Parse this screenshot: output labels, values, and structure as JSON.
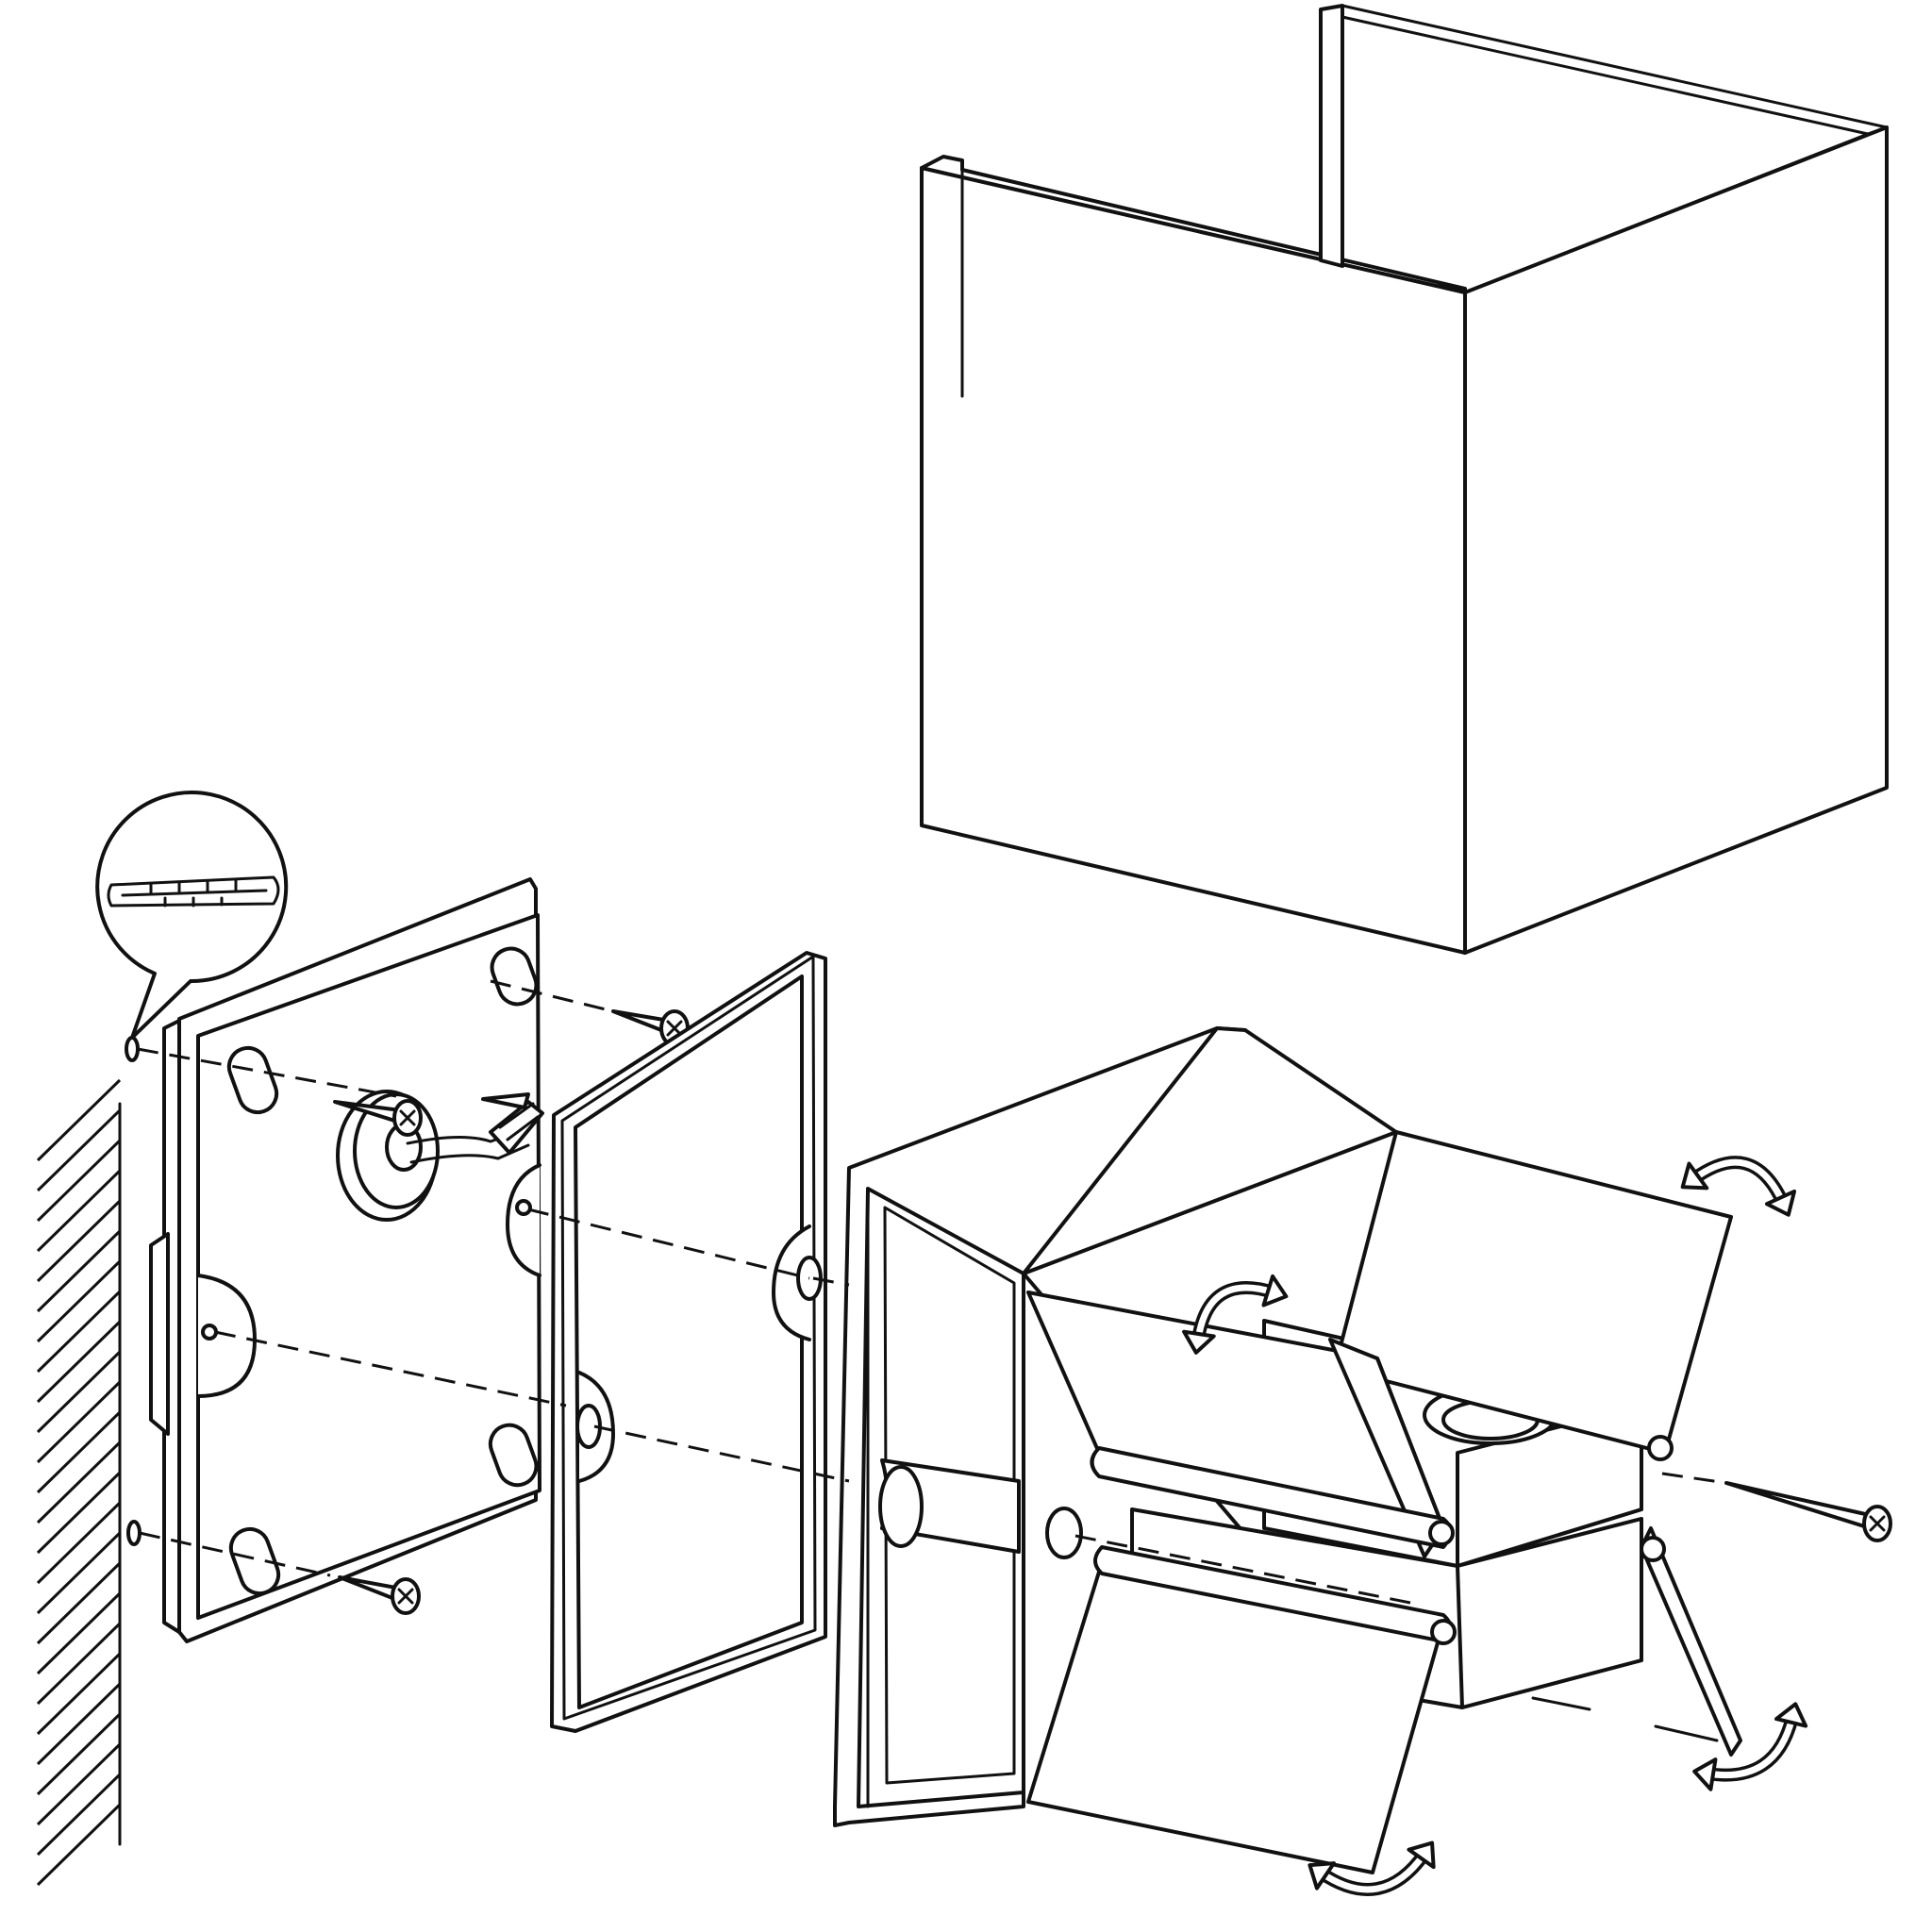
{
  "diagram": {
    "kind": "exploded-assembly-instruction",
    "labels": [],
    "parts": [
      "wall",
      "wall-plug",
      "mounting-plate",
      "gasket-frame",
      "lamp-body",
      "lower-diffuser",
      "upper-diffuser",
      "cover-shroud",
      "screws"
    ],
    "colors": {
      "line": "#111111",
      "background": "#ffffff"
    }
  }
}
